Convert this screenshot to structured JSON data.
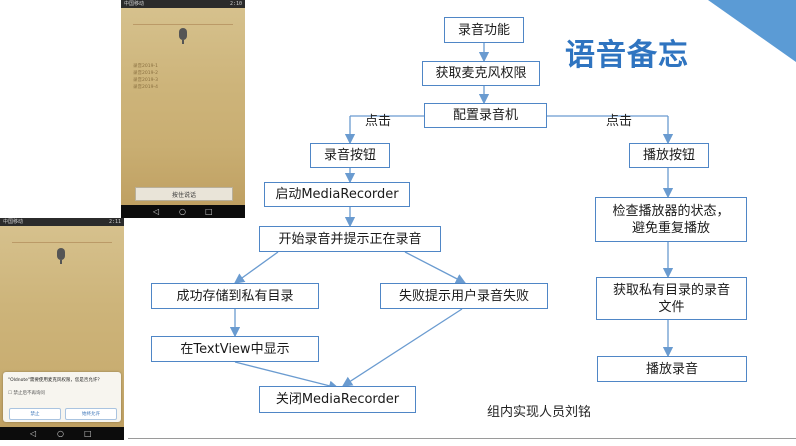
{
  "title": "语音备忘",
  "footer_note": "组内实现人员刘铭",
  "nodes": {
    "record_feature": "录音功能",
    "get_mic_permission": "获取麦克风权限",
    "config_recorder": "配置录音机",
    "record_button": "录音按钮",
    "play_button": "播放按钮",
    "start_media_recorder": "启动MediaRecorder",
    "start_recording_prompt": "开始录音并提示正在录音",
    "check_player_state_l1": "检查播放器的状态，",
    "check_player_state_l2": "避免重复播放",
    "save_success": "成功存储到私有目录",
    "fail_prompt": "失败提示用户录音失败",
    "get_private_recording_l1": "获取私有目录的录音",
    "get_private_recording_l2": "文件",
    "show_in_textview": "在TextView中显示",
    "close_media_recorder": "关闭MediaRecorder",
    "play_recording": "播放录音"
  },
  "edge_labels": {
    "click_left": "点击",
    "click_right": "点击"
  },
  "phone_top": {
    "status_left": "中国移动",
    "status_right": "2:10",
    "recordings": [
      "录音2019-1",
      "录音2019-2",
      "录音2019-3",
      "录音2019-4"
    ],
    "hold_button": "按住说话"
  },
  "phone_bottom": {
    "status_left": "中国移动",
    "status_right": "2:11",
    "dialog_message": "\"Oldnote\"需要使用麦克风权限，您是否允许？",
    "dialog_checkbox": "禁止后不再询问",
    "deny_button": "禁止",
    "allow_button": "始终允许"
  },
  "colors": {
    "box_border": "#4f86c6",
    "arrow": "#6a9bd0",
    "title": "#2f74c0",
    "corner": "#5b9bd5"
  }
}
